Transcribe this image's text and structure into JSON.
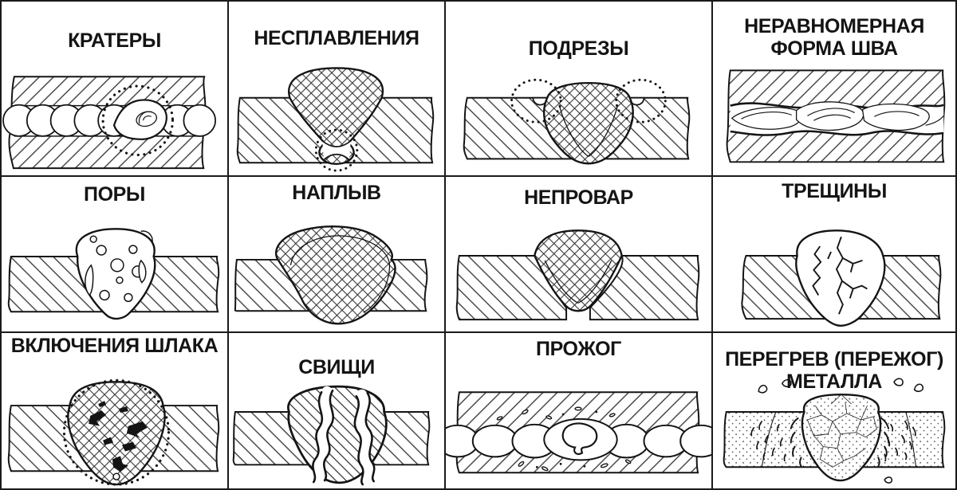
{
  "poster": {
    "language": "ru",
    "background_color": "#ffffff",
    "ink_color": "#1a1a1a",
    "grid": {
      "columns": 4,
      "rows": 3
    }
  },
  "cells": [
    {
      "id": "craters",
      "label": "КРАТЕРЫ"
    },
    {
      "id": "lack-of-fusion",
      "label": "НЕСПЛАВЛЕНИЯ"
    },
    {
      "id": "undercuts",
      "label": "ПОДРЕЗЫ"
    },
    {
      "id": "uneven-seam",
      "label": "НЕРАВНОМЕРНАЯ ФОРМА ШВА"
    },
    {
      "id": "pores",
      "label": "ПОРЫ"
    },
    {
      "id": "overlap",
      "label": "НАПЛЫВ"
    },
    {
      "id": "lack-of-penetration",
      "label": "НЕПРОВАР"
    },
    {
      "id": "cracks",
      "label": "ТРЕЩИНЫ"
    },
    {
      "id": "slag-inclusions",
      "label": "ВКЛЮЧЕНИЯ ШЛАКА"
    },
    {
      "id": "fistulas",
      "label": "СВИЩИ"
    },
    {
      "id": "burn-through",
      "label": "ПРОЖОГ"
    },
    {
      "id": "overheating",
      "label": "ПЕРЕГРЕВ (ПЕРЕЖОГ) МЕТАЛЛА"
    }
  ]
}
